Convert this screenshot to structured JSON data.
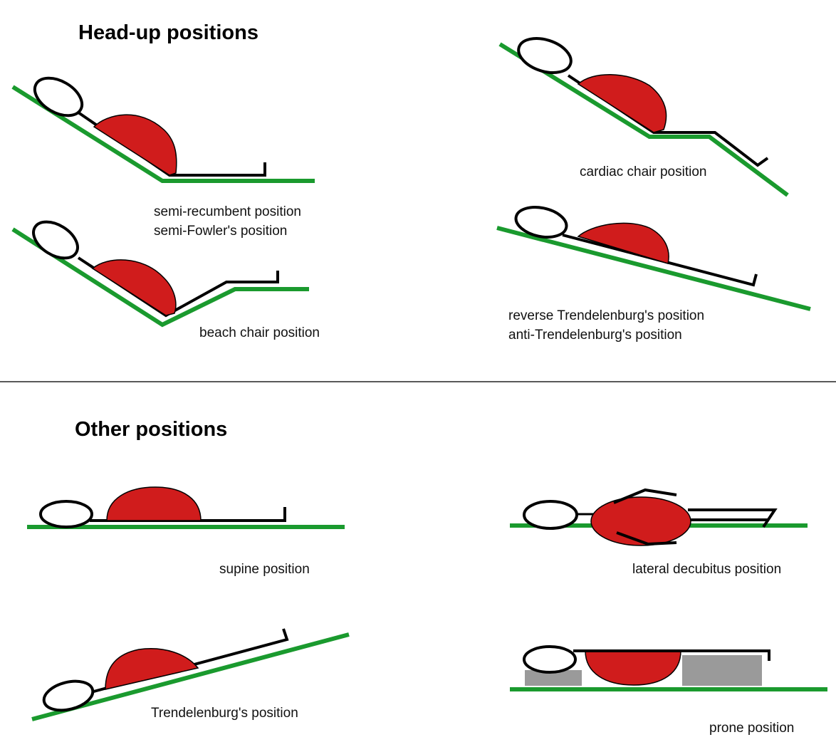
{
  "sections": {
    "head_up_title": "Head-up positions",
    "other_title": "Other positions"
  },
  "captions": {
    "semi_recumbent_1": "semi-recumbent position",
    "semi_recumbent_2": "semi-Fowler's position",
    "beach_chair": "beach chair position",
    "cardiac_chair": "cardiac chair position",
    "reverse_trend_1": "reverse Trendelenburg's position",
    "reverse_trend_2": "anti-Trendelenburg's position",
    "supine": "supine position",
    "trendelenburg": "Trendelenburg's position",
    "lateral": "lateral decubitus position",
    "prone": "prone position"
  },
  "colors": {
    "surface": "#1a9a2e",
    "body": "#d01c1c",
    "support_pad": "#9a9a9a"
  }
}
